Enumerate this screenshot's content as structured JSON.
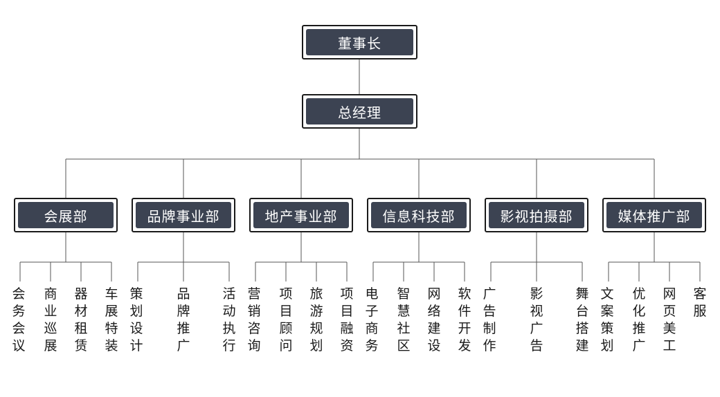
{
  "chairman": "董事长",
  "gm": "总经理",
  "departments": [
    {
      "name": "会展部",
      "items": [
        "会务会议",
        "商业巡展",
        "器材租赁",
        "车展特装"
      ]
    },
    {
      "name": "品牌事业部",
      "items": [
        "策划设计",
        "品牌推广",
        "活动执行"
      ]
    },
    {
      "name": "地产事业部",
      "items": [
        "营销咨询",
        "项目顾问",
        "旅游规划",
        "项目融资"
      ]
    },
    {
      "name": "信息科技部",
      "items": [
        "电子商务",
        "智慧社区",
        "网络建设",
        "软件开发"
      ]
    },
    {
      "name": "影视拍摄部",
      "items": [
        "广告制作",
        "影视广告",
        "舞台搭建"
      ]
    },
    {
      "name": "媒体推广部",
      "items": [
        "文案策划",
        "优化推广",
        "网页美工",
        "客服"
      ]
    }
  ]
}
